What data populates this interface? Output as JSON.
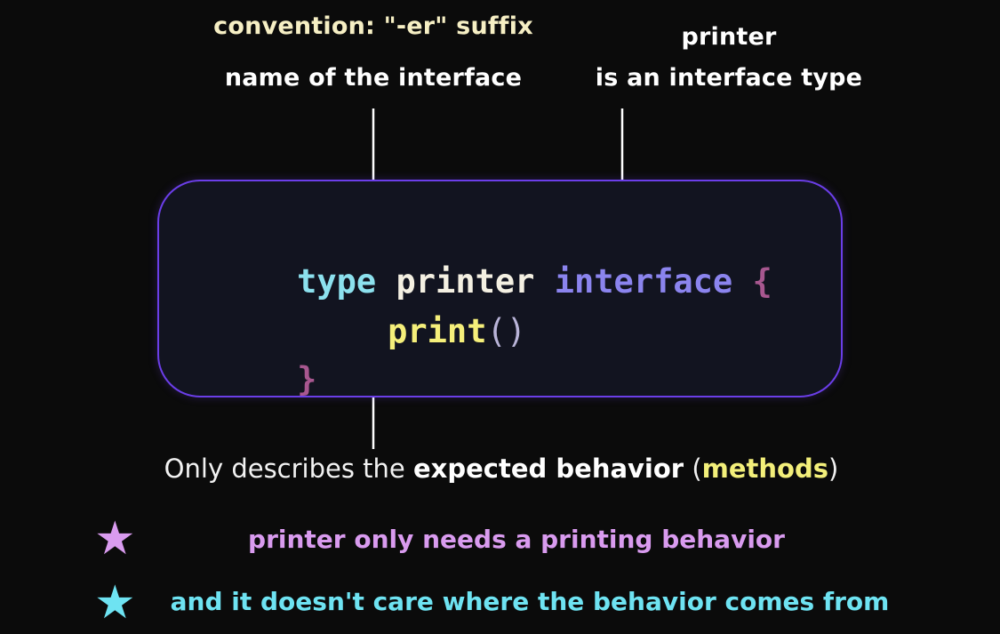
{
  "annotations": {
    "left_line1": "convention: \"-er\" suffix",
    "left_line2": "name of the interface",
    "right_line1": "printer",
    "right_line2": "is an interface type"
  },
  "code": {
    "kw_type": "type",
    "name": "printer",
    "kw_interface": "interface",
    "open_brace": "{",
    "method": "print",
    "parens": "()",
    "close_brace": "}"
  },
  "description": {
    "prefix": "Only describes the ",
    "emphasis": "expected behavior",
    "open": " (",
    "highlight": "methods",
    "close": ")"
  },
  "bullets": [
    {
      "icon": "star-icon",
      "color": "#d99bef",
      "text": "printer only needs a printing behavior"
    },
    {
      "icon": "star-icon",
      "color": "#6ee3f2",
      "text": "and it doesn't care where the behavior comes from"
    }
  ],
  "colors": {
    "background": "#0b0b0b",
    "box_border": "#6b3ee8",
    "annotation_cream": "#f6efc4"
  }
}
